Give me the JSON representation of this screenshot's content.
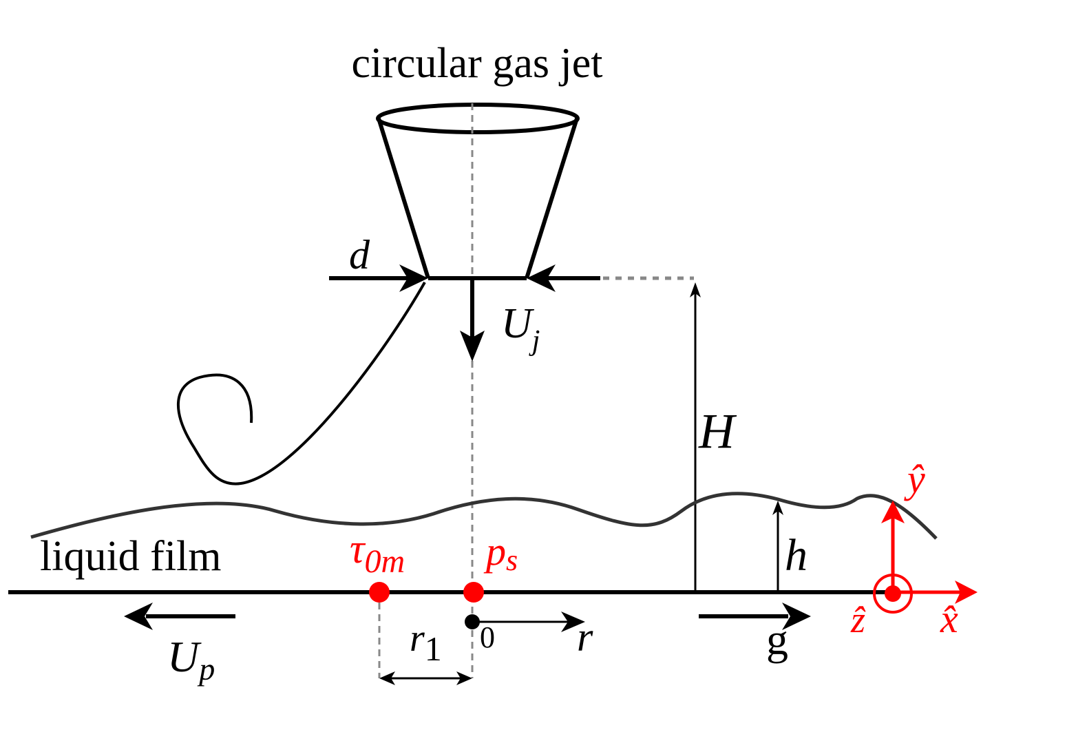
{
  "title": "circular gas jet",
  "labels": {
    "d": "d",
    "uj_main": "U",
    "uj_sub": "j",
    "H": "H",
    "h": "h",
    "liquid_film": "liquid film",
    "tau_main": "τ",
    "tau_sub": "0m",
    "ps_main": "p",
    "ps_sub": "s",
    "up_main": "U",
    "up_sub": "p",
    "r1_main": "r",
    "r1_sub": "1",
    "zero": "0",
    "r": "r",
    "g": "g",
    "y_hat": "ŷ",
    "z_hat": "ẑ",
    "x_hat": "x̂"
  },
  "colors": {
    "ink": "#000000",
    "film": "#333333",
    "axis_red": "#ff0000",
    "guide": "#888888"
  }
}
